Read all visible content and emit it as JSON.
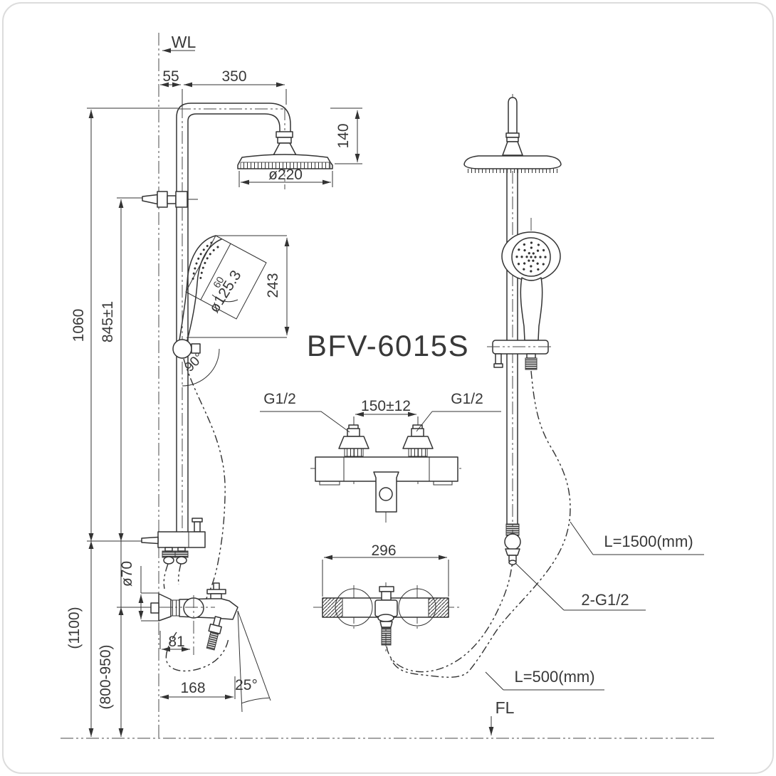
{
  "drawing": {
    "model": "BFV-6015S",
    "reference_lines": {
      "wall": "WL",
      "floor": "FL"
    },
    "dimensions": {
      "offset_wall": "55",
      "arm_reach": "350",
      "head_drop": "140",
      "head_diameter": "ø220",
      "handshower_diameter": "ø125.3",
      "handshower_length": "243",
      "spray_angle": "60",
      "pivot_angle": "90°",
      "column_length": "1060",
      "bracket_height": "845±1",
      "supply_center": "150±12",
      "valve_width": "296",
      "flange_diameter": "ø70",
      "spout_center_offset": "81",
      "install_height_ref": "(1100)",
      "install_height_range": "(800-950)",
      "spout_reach": "168",
      "spout_angle": "25°"
    },
    "connections": {
      "supply_left": "G1/2",
      "supply_right": "G1/2",
      "ports": "2-G1/2",
      "hose_long": "L=1500(mm)",
      "hose_short": "L=500(mm)"
    },
    "colors": {
      "line": "#333333",
      "background": "#ffffff",
      "border": "#dcdcdc"
    }
  }
}
